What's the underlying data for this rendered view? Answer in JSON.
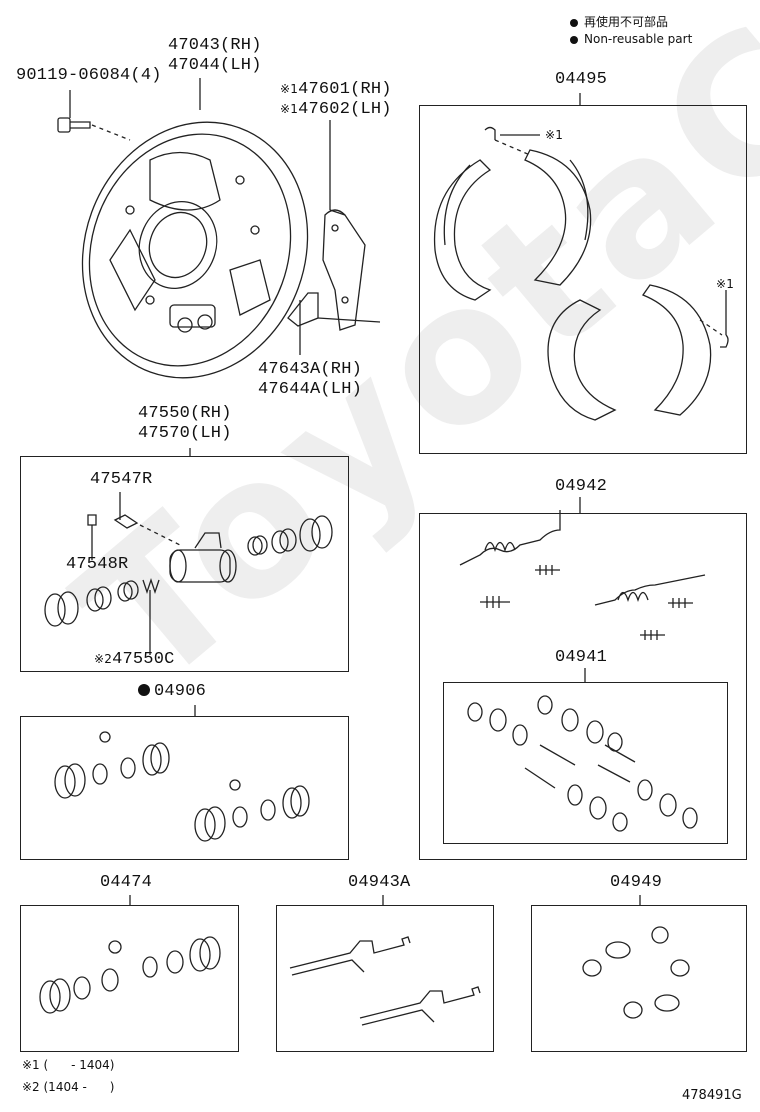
{
  "legend": {
    "line1": "再使用不可部品",
    "line2": "Non-reusable part"
  },
  "watermark": "ToyotaC",
  "parts": {
    "bolt": "90119-06084(4)",
    "plate_rh": "47043(RH)",
    "plate_lh": "47044(LH)",
    "lever_mark": "※1",
    "lever_rh": "47601(RH)",
    "lever_lh": "47602(LH)",
    "strut_rh": "47643A(RH)",
    "strut_lh": "47644A(LH)",
    "shoe_kit": "04495",
    "shoe_mark1": "※1",
    "shoe_mark2": "※1",
    "cyl_rh": "47550(RH)",
    "cyl_lh": "47570(LH)",
    "bleeder": "47547R",
    "cap": "47548R",
    "kit_mark": "※2",
    "kit": "47550C",
    "cup_kit": "04906",
    "spring_kit": "04942",
    "hw_kit": "04941",
    "kit_04474": "04474",
    "kit_04943A": "04943A",
    "kit_04949": "04949"
  },
  "footnotes": {
    "n1": "※1 (      - 1404)",
    "n2": "※2 (1404 -      )"
  },
  "figure_id": "478491G"
}
